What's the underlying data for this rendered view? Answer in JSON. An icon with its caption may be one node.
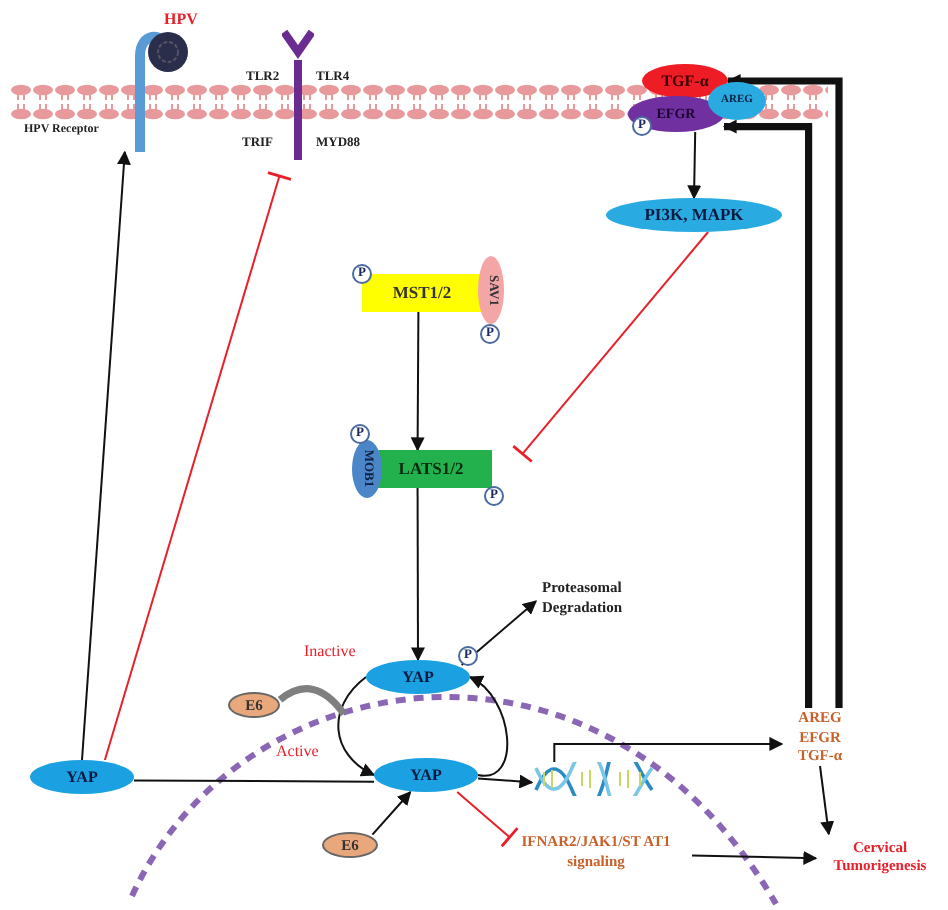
{
  "diagram": {
    "nodes": [
      {
        "text": [
          "HPV Receptor"
        ]
      },
      {
        "text": [
          "TLR2",
          "TLR4",
          "TRIF",
          "MYD88"
        ]
      },
      {
        "text": [
          "TGF-α"
        ]
      },
      {
        "text": [
          "EFGR"
        ]
      },
      {
        "text": [
          "AREG"
        ]
      },
      {
        "text": [
          "P"
        ]
      },
      {
        "text": [
          "PI3K, MAPK"
        ]
      },
      {
        "text": [
          "MST1/2"
        ]
      },
      {
        "text": [
          "P"
        ]
      },
      {
        "text": [
          "SAV1"
        ]
      },
      {
        "text": [
          "P"
        ]
      },
      {
        "text": [
          "LATS1/2"
        ]
      },
      {
        "text": [
          "MOB1"
        ]
      },
      {
        "text": [
          "P"
        ]
      },
      {
        "text": [
          "P"
        ]
      },
      {
        "text": [
          "YAP"
        ]
      },
      {
        "text": [
          "P"
        ]
      },
      {
        "text": [
          "Proteasomal Degradation"
        ]
      },
      {
        "text": [
          "E6"
        ]
      },
      {
        "text": [
          "YAP"
        ]
      },
      {
        "text": [
          "YAP"
        ]
      },
      {
        "text": [
          "E6"
        ]
      },
      {
        "text": [],
        "shape": "picture"
      },
      {
        "text": [
          "IFNAR2/JAK1/ST AT1 signaling"
        ]
      },
      {
        "text": [
          "AREG EFGR TGF-α"
        ]
      },
      {
        "text": [
          "Cervical Tumorigenesis"
        ]
      }
    ],
    "edges": [
      {
        "from": 19,
        "to": 0,
        "arrow": "to"
      },
      {
        "from": 19,
        "to": 1,
        "arrow": "other",
        "color": "#e8202a"
      },
      {
        "from": 3,
        "to": 6,
        "arrow": "to"
      },
      {
        "from": 6,
        "to": 11,
        "arrow": "other",
        "color": "#e8202a"
      },
      {
        "from": 7,
        "to": 11,
        "arrow": "to"
      },
      {
        "from": 11,
        "to": 15,
        "arrow": "to"
      },
      {
        "from": 15,
        "to": 17,
        "arrow": "to"
      },
      {
        "from": 15,
        "to": 20,
        "arrow": "to"
      },
      {
        "from": 20,
        "to": 15,
        "arrow": "to"
      },
      {
        "from": 18,
        "to": null,
        "arrow": "none",
        "style": "thick",
        "color": "#7f7f7f"
      },
      {
        "from": 19,
        "to": 20,
        "arrow": "none"
      },
      {
        "from": 21,
        "to": 20,
        "arrow": "to"
      },
      {
        "from": 20,
        "to": 22,
        "arrow": "to"
      },
      {
        "from": 20,
        "to": 23,
        "arrow": "other",
        "color": "#e8202a"
      },
      {
        "from": 22,
        "to": 24,
        "arrow": "to"
      },
      {
        "from": 24,
        "to": 2,
        "arrow": "to",
        "style": "thick"
      },
      {
        "from": 24,
        "to": 3,
        "arrow": "to",
        "style": "thick"
      },
      {
        "from": 24,
        "to": 25,
        "arrow": "to"
      },
      {
        "from": 23,
        "to": 25,
        "arrow": "to"
      }
    ],
    "labels": [
      "HPV",
      "Inactive",
      "Active"
    ]
  }
}
